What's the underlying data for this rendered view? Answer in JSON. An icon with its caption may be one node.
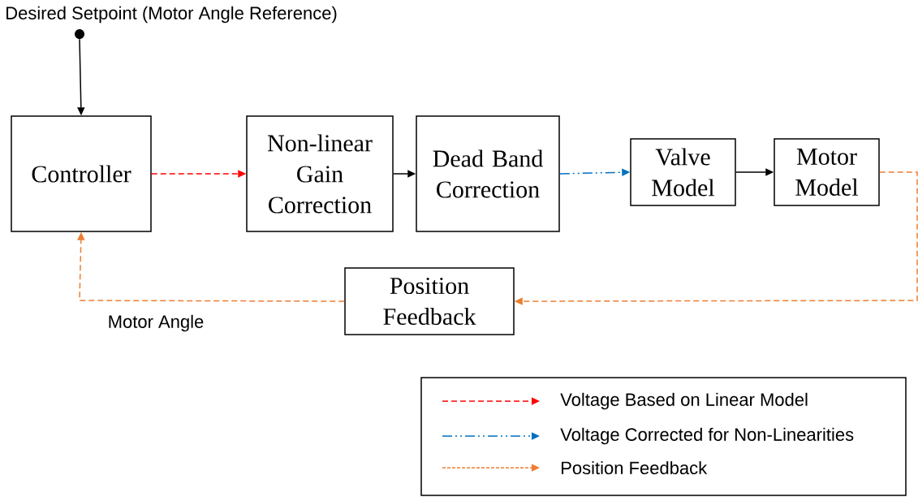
{
  "diagram": {
    "nodes": [
      {
        "text": [],
        "shape": "circle",
        "beside": [
          "Desired Setpoint (Motor Angle Reference)"
        ]
      },
      {
        "text": [
          "Controller"
        ]
      },
      {
        "text": [
          "Non-linear Gain Correction"
        ]
      },
      {
        "text": [
          "Dead Band Correction"
        ]
      },
      {
        "text": [
          "Valve Model"
        ]
      },
      {
        "text": [
          "Motor Model"
        ]
      },
      {
        "text": [
          "Position Feedback"
        ]
      }
    ],
    "edges": [
      {
        "from": 0,
        "to": 1,
        "arrow": "to"
      },
      {
        "from": 1,
        "to": 2,
        "arrow": "to",
        "style": "dashed",
        "color": "#ff0000"
      },
      {
        "from": 2,
        "to": 3,
        "arrow": "to"
      },
      {
        "from": 3,
        "to": 4,
        "arrow": "to",
        "style": "dashed",
        "color": "#0070c0"
      },
      {
        "from": 4,
        "to": 5,
        "arrow": "to"
      },
      {
        "from": 5,
        "to": 6,
        "arrow": "to",
        "style": "dashed",
        "color": "#ed7d31"
      },
      {
        "from": 6,
        "to": 1,
        "arrow": "to",
        "style": "dashed",
        "color": "#ed7d31",
        "label": "Motor Angle"
      }
    ],
    "legend": [
      {
        "text": "Voltage Based on Linear Model"
      },
      {
        "text": "Voltage Corrected for Non-Linearities"
      },
      {
        "text": "Position Feedback"
      }
    ]
  }
}
